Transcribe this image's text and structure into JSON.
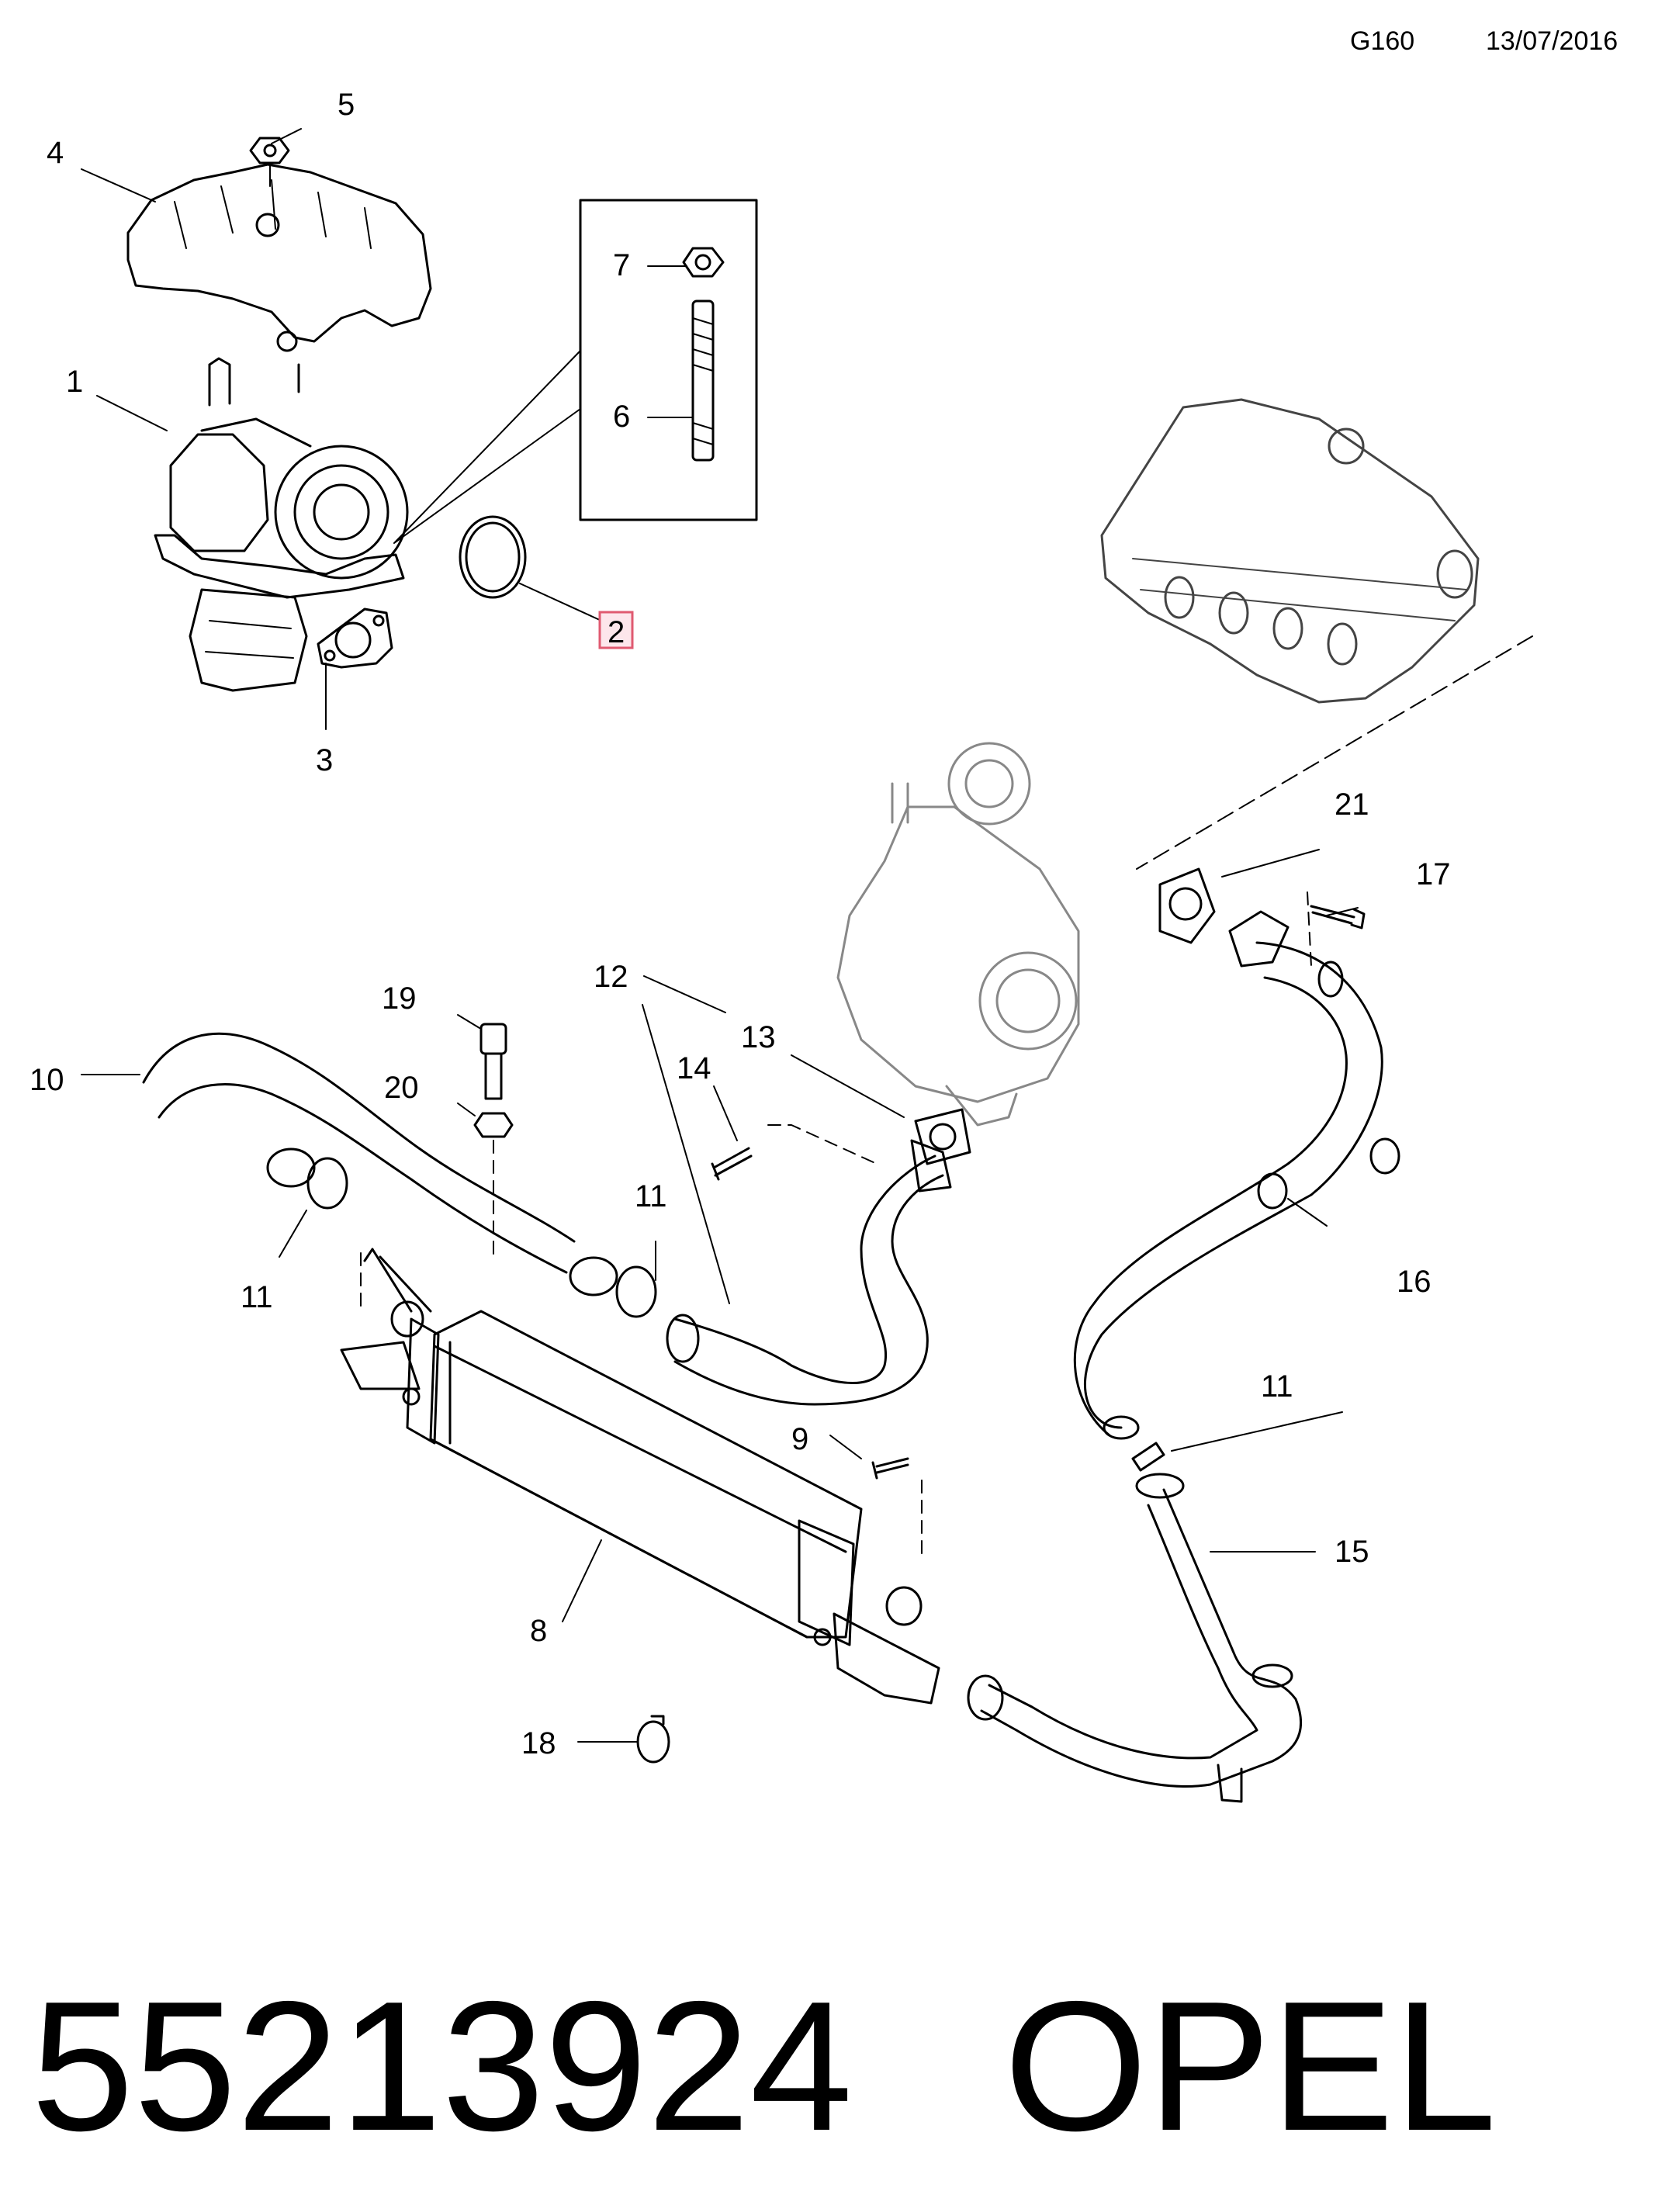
{
  "header": {
    "diagram_code": "G160",
    "date": "13/07/2016"
  },
  "callouts": {
    "c1": "1",
    "c2": "2",
    "c3": "3",
    "c4": "4",
    "c5": "5",
    "c6": "6",
    "c7": "7",
    "c8": "8",
    "c9": "9",
    "c10": "10",
    "c11a": "11",
    "c11b": "11",
    "c11c": "11",
    "c12": "12",
    "c13": "13",
    "c14": "14",
    "c15": "15",
    "c16": "16",
    "c17": "17",
    "c18": "18",
    "c19": "19",
    "c20": "20",
    "c21": "21"
  },
  "highlighted_callout": "2",
  "highlight_color": "#e05a70",
  "footer": {
    "part_number": "55213924",
    "brand": "OPEL"
  }
}
